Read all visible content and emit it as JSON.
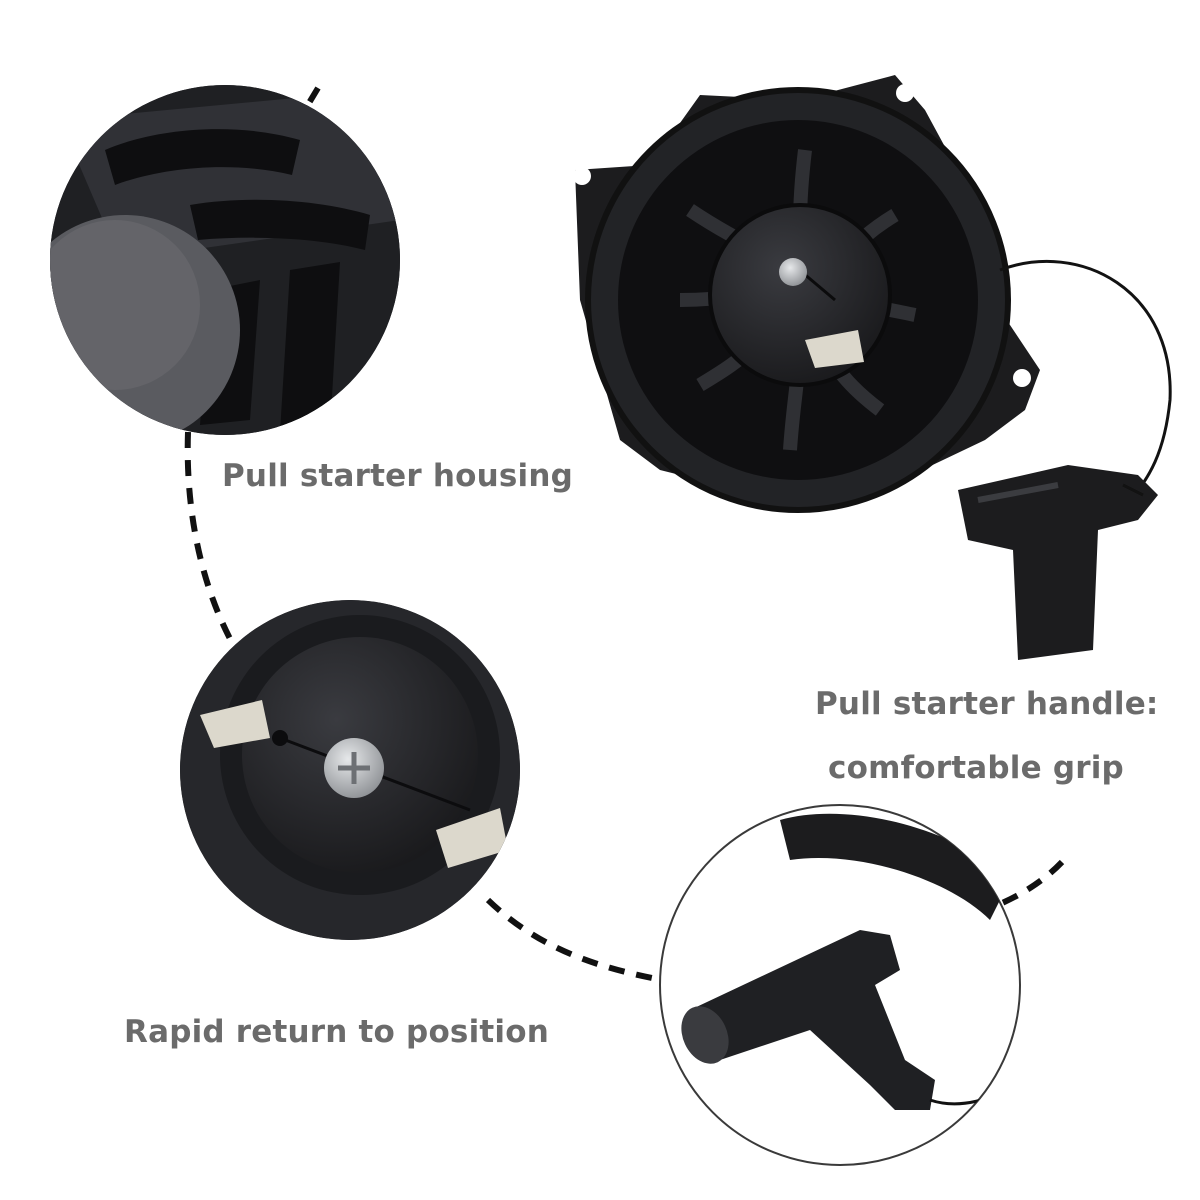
{
  "labels": {
    "housing": "Pull starter housing",
    "handle_line1": "Pull starter handle:",
    "handle_line2": "comfortable grip",
    "return": "Rapid return to position"
  },
  "colors": {
    "background": "#ffffff",
    "label_text": "#6b6b6b",
    "part_black": "#1c1c1e",
    "part_dark": "#2a2b2f",
    "nylon_pawl": "#dcd8cc",
    "screw_metal": "#b9bcc0"
  }
}
